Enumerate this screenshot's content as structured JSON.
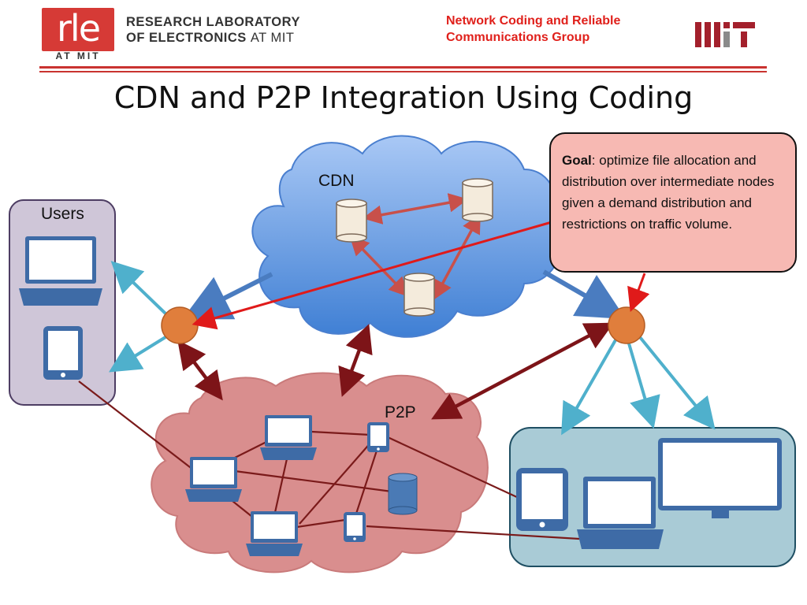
{
  "header": {
    "logo_text": "rle",
    "logo_sub": "AT MIT",
    "lab_line1": "RESEARCH LABORATORY",
    "lab_line2_bold": "OF ELECTRONICS",
    "lab_line2_thin": "AT MIT",
    "group_line1": "Network Coding and Reliable",
    "group_line2": "Communications Group",
    "mit_logo": "MIT"
  },
  "title": "CDN and P2P Integration Using Coding",
  "labels": {
    "users": "Users",
    "cdn": "CDN",
    "p2p": "P2P"
  },
  "goal": {
    "heading": "Goal",
    "text": ": optimize file allocation and distribution over intermediate nodes given a demand distribution and restrictions on traffic volume."
  },
  "colors": {
    "accent_red": "#d63a36",
    "cdn_cloud": "#6fa0e0",
    "p2p_cloud": "#d98e8e",
    "users_panel": "#cfc6d8",
    "right_panel": "#a9cbd6",
    "node": "#e07e3c",
    "goal_box": "#f7b9b3"
  }
}
